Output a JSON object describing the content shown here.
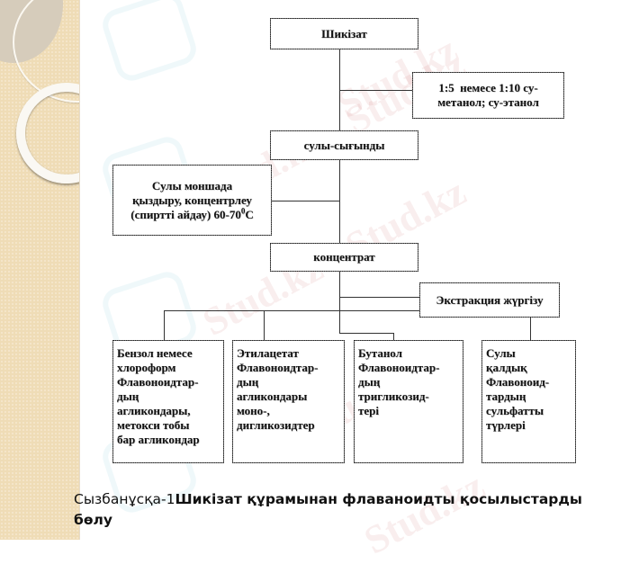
{
  "diagram": {
    "nodes": {
      "raw_material": "Шикізат",
      "solvent_ratio_line1": "1:5  немесе 1:10 су-",
      "solvent_ratio_line2": "метанол; су-этанол",
      "aqueous_extract": "сулы-сығынды",
      "heating_line1": "Сулы моншада",
      "heating_line2": "қыздыру, концентрлеу",
      "heating_line3_prefix": "(спиртті айдау) 60-70",
      "heating_line3_sup": "0",
      "heating_line3_suffix": "C",
      "concentrate": "концентрат",
      "extraction": "Экстракция жүргізу"
    },
    "fractions": [
      {
        "lines": [
          "Бензол немесе",
          "хлороформ",
          "Флавоноидтар-",
          "дың",
          "агликондары,",
          "метокси тобы",
          "бар агликондар"
        ]
      },
      {
        "lines": [
          "Этилацетат",
          "Флавоноидтар-",
          "дың",
          "агликондары",
          "моно-,",
          "дигликозидтер"
        ]
      },
      {
        "lines": [
          "Бутанол",
          "Флавоноидтар-",
          "дың",
          "тригликозид-",
          "тері"
        ]
      },
      {
        "lines": [
          "Сулы",
          "қалдық",
          "Флавоноид-",
          "тардың",
          "сульфатты",
          "түрлері"
        ]
      }
    ]
  },
  "caption": {
    "label": "Сызбанұсқа-1",
    "title_part1": "Шикізат ",
    "title_part2": "құрамынан флаваноидты қосылыстарды",
    "title_part3": "бөлу"
  },
  "watermark": {
    "text": "Stud.kz",
    "text_alt": "Stud.kz - Stud.kz"
  },
  "colors": {
    "panel_beige": "#efdcb6",
    "line": "#333333",
    "text": "#111111"
  }
}
